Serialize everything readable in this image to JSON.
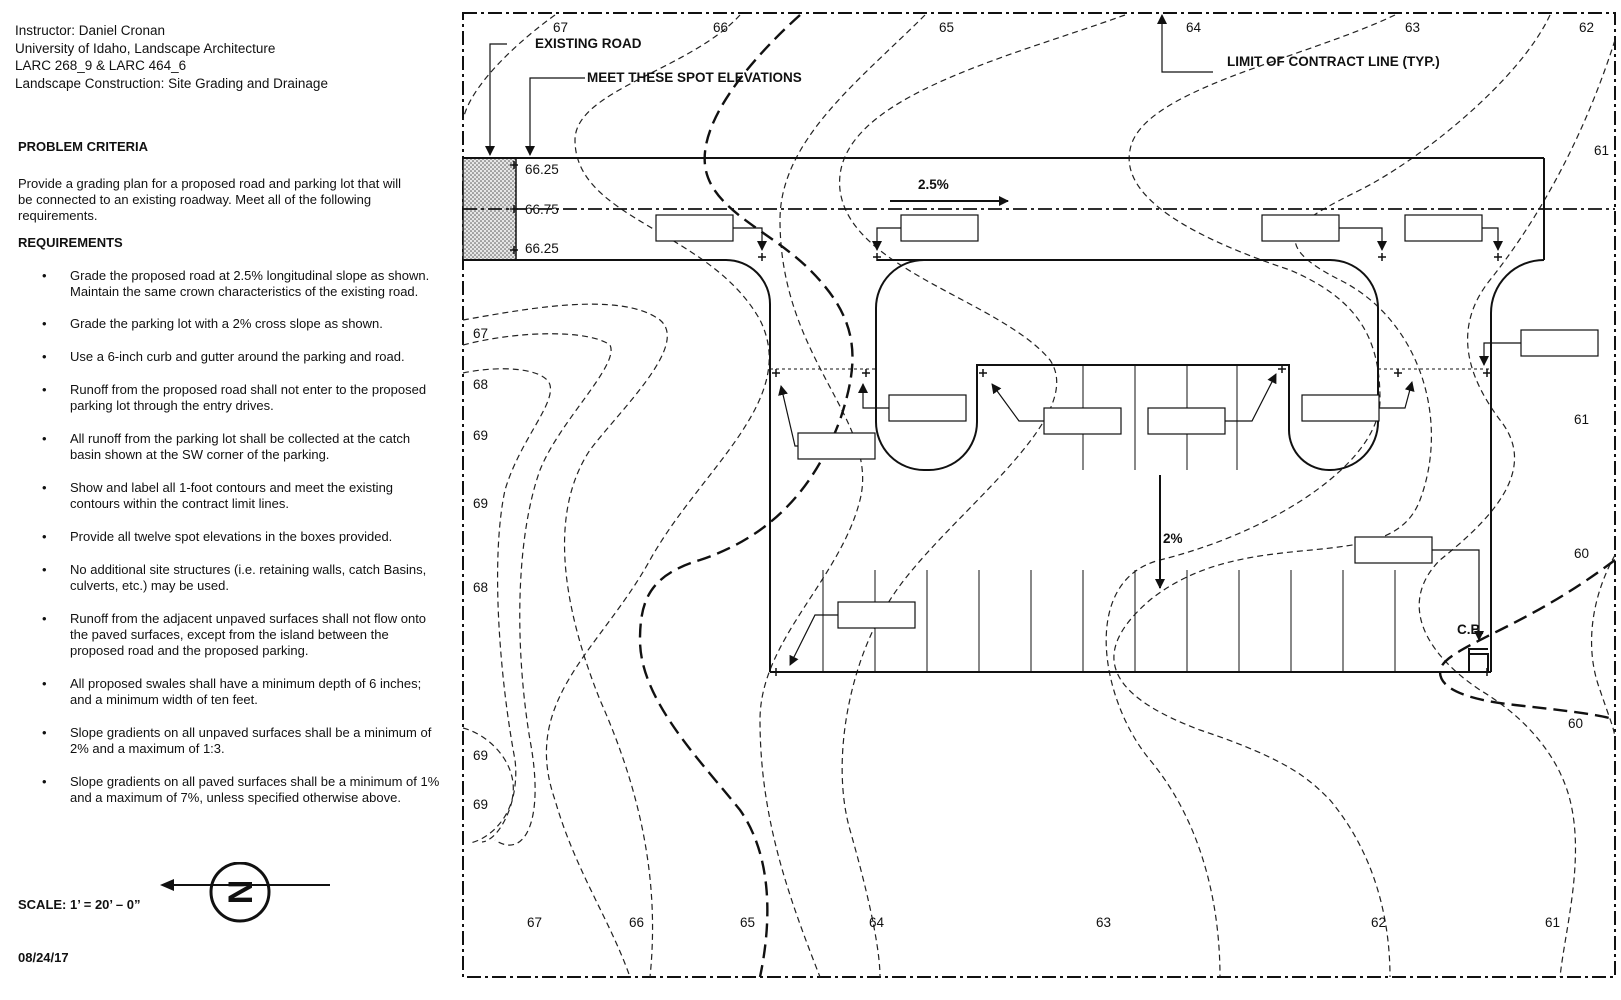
{
  "header": {
    "instructor": "Instructor:   Daniel Cronan",
    "university": "University of Idaho, Landscape Architecture",
    "courses": "LARC 268_9 & LARC 464_6",
    "course_title": "Landscape Construction: Site Grading and Drainage"
  },
  "problem": {
    "title": "PROBLEM CRITERIA",
    "text": "Provide a grading plan for a proposed road and parking lot that will be connected to an existing roadway. Meet all of the following requirements."
  },
  "requirements": {
    "title": "REQUIREMENTS",
    "items": [
      "Grade the proposed road at 2.5% longitudinal slope as shown. Maintain the same crown characteristics of the existing road.",
      "Grade the parking lot with a 2% cross slope as shown.",
      "Use a 6-inch curb and gutter around the parking and road.",
      "Runoff from the proposed road shall not enter to the proposed parking lot through the entry drives.",
      "All runoff from the parking lot shall be collected at the catch basin shown at the SW corner of the parking.",
      "Show and label all 1-foot contours and meet the existing contours within the contract limit lines.",
      "Provide all twelve spot elevations in the boxes provided.",
      "No additional site structures (i.e. retaining walls, catch Basins, culverts, etc.) may be used.",
      "Runoff from the adjacent unpaved surfaces shall not flow onto the paved surfaces, except from the island between the proposed road and the proposed parking.",
      "All proposed swales shall have a minimum depth of 6 inches; and a minimum width of ten feet.",
      "Slope gradients on all unpaved surfaces shall be a minimum of 2% and a maximum of 1:3.",
      "Slope gradients on all paved surfaces shall be a minimum of 1% and a maximum of 7%, unless specified otherwise above."
    ]
  },
  "scale": "SCALE: 1’ = 20’ – 0”",
  "north_letter": "N",
  "date": "08/24/17",
  "plan": {
    "callouts": {
      "existing_road": "EXISTING ROAD",
      "meet_spots": "MEET THESE SPOT ELEVATIONS",
      "limit_line": "LIMIT OF CONTRACT LINE (TYP.)",
      "catch_basin": "C.B."
    },
    "spot_elevations": [
      "66.25",
      "66.75",
      "66.25"
    ],
    "slopes": {
      "road": "2.5%",
      "parking": "2%"
    },
    "contour_labels": {
      "top": [
        "67",
        "66",
        "65",
        "64",
        "63",
        "62"
      ],
      "bottom": [
        "67",
        "66",
        "65",
        "64",
        "63",
        "62",
        "61"
      ],
      "left": [
        "67",
        "68",
        "69",
        "69",
        "68",
        "69",
        "69"
      ],
      "right": [
        "61",
        "61",
        "60",
        "60"
      ]
    }
  }
}
